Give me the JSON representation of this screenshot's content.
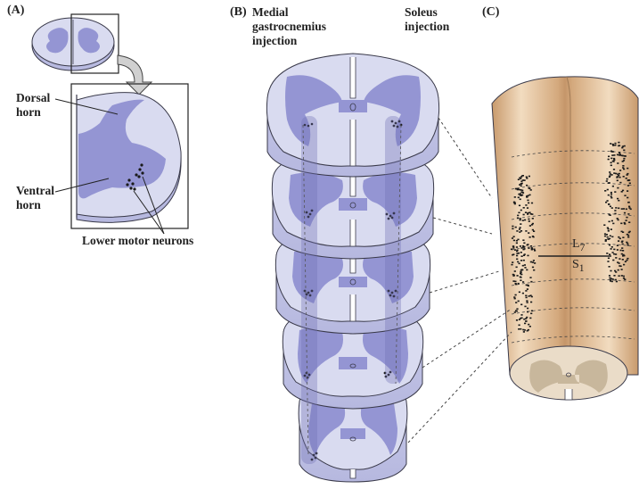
{
  "panels": {
    "a": {
      "letter": "(A)",
      "dorsal_horn": [
        "Dorsal",
        "horn"
      ],
      "ventral_horn": [
        "Ventral",
        "horn"
      ],
      "lower_motor_neurons": "Lower motor neurons"
    },
    "b": {
      "letter": "(B)",
      "medial_gastrocnemius": [
        "Medial",
        "gastrocnemius",
        "injection"
      ],
      "soleus": [
        "Soleus",
        "injection"
      ]
    },
    "c": {
      "letter": "(C)",
      "segment_upper": "L",
      "segment_upper_sub": "7",
      "segment_lower": "S",
      "segment_lower_sub": "1"
    }
  },
  "colors": {
    "white_matter": "#d9dbf0",
    "gray_matter": "#9495d3",
    "outline": "#3a3a4a",
    "cord_tan": "#dcb58c",
    "cord_tan_light": "#f1dcc1",
    "label_dots": "#1a1a1a"
  }
}
